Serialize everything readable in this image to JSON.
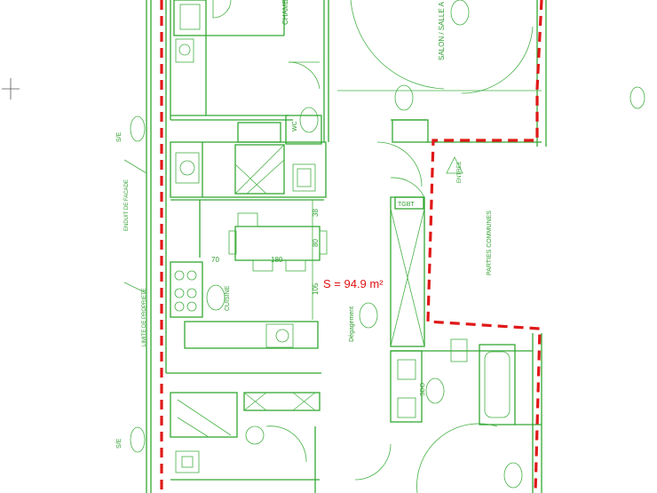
{
  "rooms": {
    "salon": "SALON / SALLE A",
    "chambre_top": "CHAMB",
    "wc": "WC",
    "cuisine": "CUISINE",
    "degagement": "Dégagement",
    "sdo": "SDO",
    "parties_communes": "PARTIES COMMUNES",
    "tgbt": "TGBT",
    "entree": "ENTREE"
  },
  "surface": {
    "area": "S = 94.9 m²"
  },
  "dimensions": {
    "d38": "38",
    "d80": "80",
    "d70": "70",
    "d180": "180",
    "d105": "105"
  },
  "labels": {
    "sve_top": "S/E",
    "sve_bottom": "S/E",
    "side_note_1": "ENDUIT DE FACADE",
    "side_note_2": "LIMITE DE PROPRIETE"
  },
  "colors": {
    "walls": "#33a833",
    "boundary": "#e01818",
    "area_text": "#e01010"
  }
}
